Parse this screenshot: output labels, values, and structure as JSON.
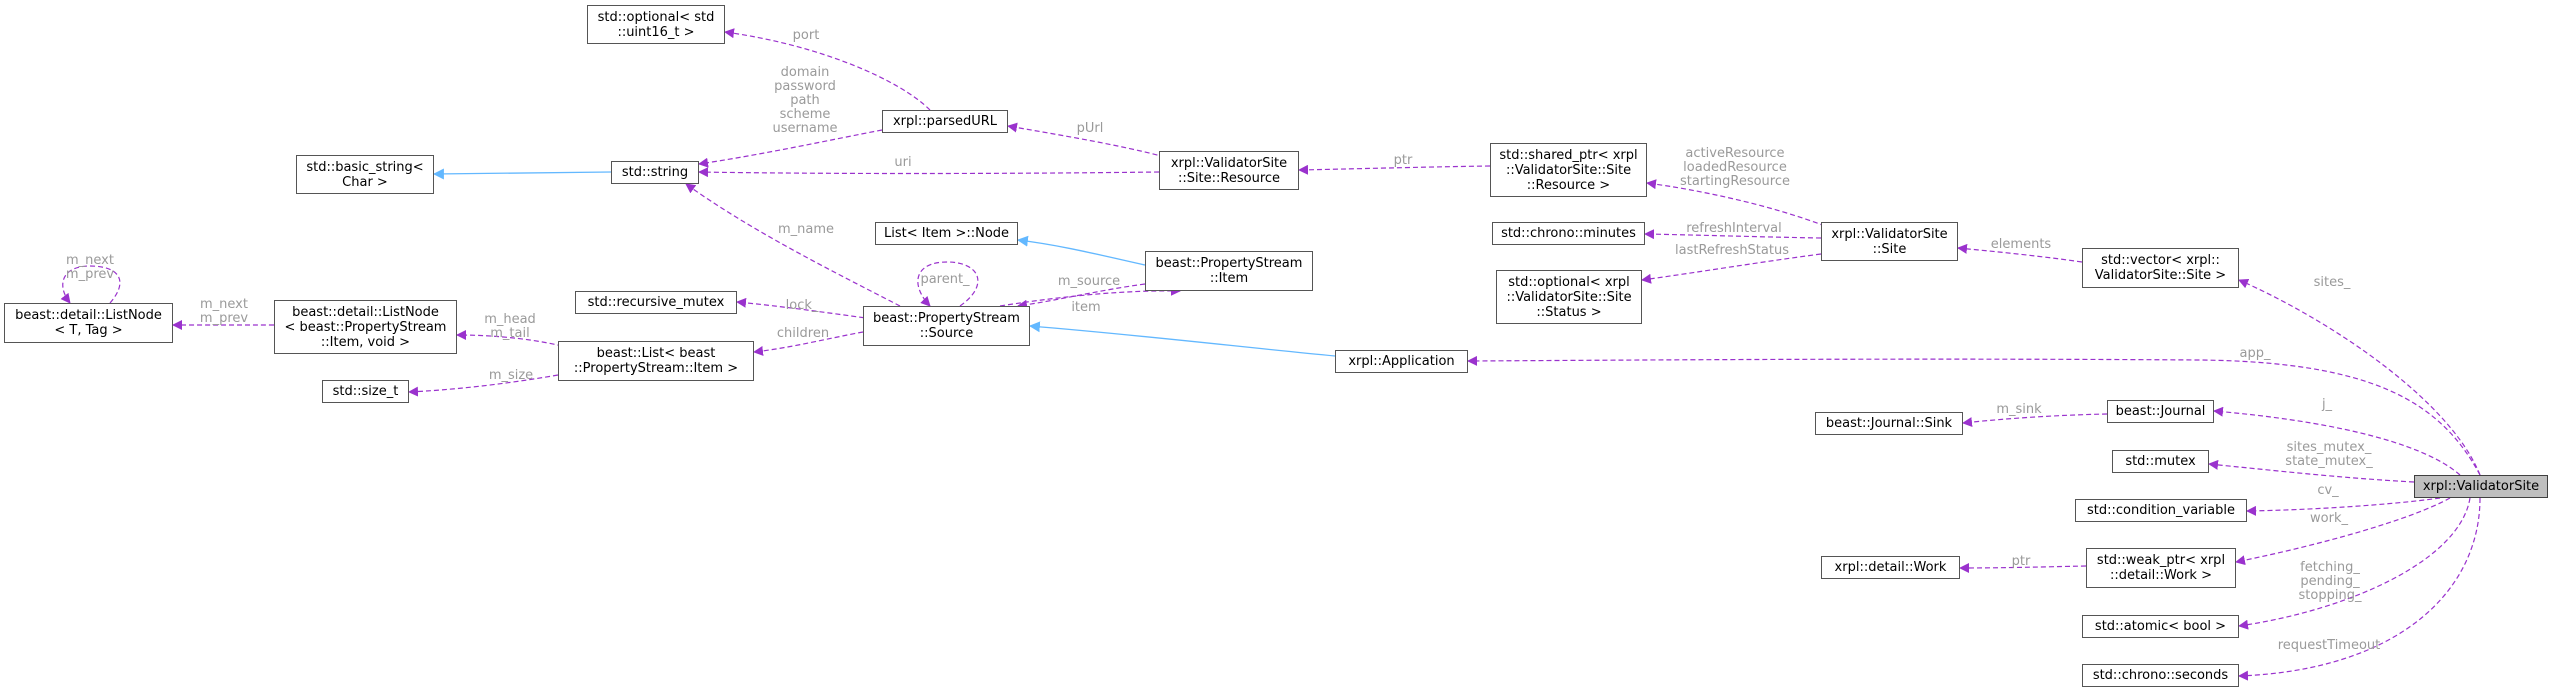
{
  "colors": {
    "usage_edge": "#9a32cd",
    "inherit_edge": "#63b8ff",
    "focus_fill": "#bfbfbf",
    "node_border": "#555555",
    "label_text": "#9a9a9a"
  },
  "nodes": {
    "validator_site": "xrpl::ValidatorSite",
    "optional_uint16": [
      "std::optional< std",
      "::uint16_t >"
    ],
    "parsed_url": "xrpl::parsedURL",
    "basic_string": [
      "std::basic_string<",
      "Char >"
    ],
    "std_string": "std::string",
    "site_resource": [
      "xrpl::ValidatorSite",
      "::Site::Resource"
    ],
    "shared_ptr_resource": [
      "std::shared_ptr< xrpl",
      "::ValidatorSite::Site",
      "::Resource >"
    ],
    "chrono_minutes": "std::chrono::minutes",
    "site": [
      "xrpl::ValidatorSite",
      "::Site"
    ],
    "optional_status": [
      "std::optional< xrpl",
      "::ValidatorSite::Site",
      "::Status >"
    ],
    "vector_site": [
      "std::vector< xrpl::",
      "ValidatorSite::Site >"
    ],
    "list_node_item": "List< Item >::Node",
    "ps_item": [
      "beast::PropertyStream",
      "::Item"
    ],
    "recursive_mutex": "std::recursive_mutex",
    "ps_source": [
      "beast::PropertyStream",
      "::Source"
    ],
    "list_node_t": [
      "beast::detail::ListNode",
      "< T, Tag >"
    ],
    "list_node_ps": [
      "beast::detail::ListNode",
      "< beast::PropertyStream",
      "::Item, void >"
    ],
    "beast_list": [
      "beast::List< beast",
      "::PropertyStream::Item >"
    ],
    "size_t": "std::size_t",
    "application": "xrpl::Application",
    "journal": "beast::Journal",
    "journal_sink": "beast::Journal::Sink",
    "std_mutex": "std::mutex",
    "condition_variable": "std::condition_variable",
    "detail_work": "xrpl::detail::Work",
    "weak_ptr_work": [
      "std::weak_ptr< xrpl",
      "::detail::Work >"
    ],
    "atomic_bool": "std::atomic< bool >",
    "chrono_seconds": "std::chrono::seconds"
  },
  "edge_labels": {
    "port": [
      "port"
    ],
    "url_fields": [
      "domain",
      "password",
      "path",
      "scheme",
      "username"
    ],
    "purl": [
      "pUrl"
    ],
    "uri": [
      "uri"
    ],
    "ptr_resource": [
      "ptr"
    ],
    "resources": [
      "activeResource",
      "loadedResource",
      "startingResource"
    ],
    "refresh_interval": [
      "refreshInterval"
    ],
    "last_refresh_status": [
      "lastRefreshStatus"
    ],
    "elements": [
      "elements"
    ],
    "sites": [
      "sites_"
    ],
    "m_name": [
      "m_name"
    ],
    "parent": [
      "parent_"
    ],
    "m_source": [
      "m_source"
    ],
    "item": [
      "item"
    ],
    "lock": [
      "lock_"
    ],
    "children": [
      "children"
    ],
    "list_self": [
      "m_next",
      "m_prev"
    ],
    "list_node": [
      "m_next",
      "m_prev"
    ],
    "m_head_tail": [
      "m_head",
      "m_tail"
    ],
    "m_size": [
      "m_size"
    ],
    "app": [
      "app_"
    ],
    "j": [
      "j_"
    ],
    "m_sink": [
      "m_sink"
    ],
    "mutexes": [
      "sites_mutex_",
      "state_mutex_"
    ],
    "cv": [
      "cv_"
    ],
    "work": [
      "work_"
    ],
    "ptr_work": [
      "ptr"
    ],
    "atomics": [
      "fetching_",
      "pending_",
      "stopping_"
    ],
    "request_timeout": [
      "requestTimeout"
    ]
  }
}
